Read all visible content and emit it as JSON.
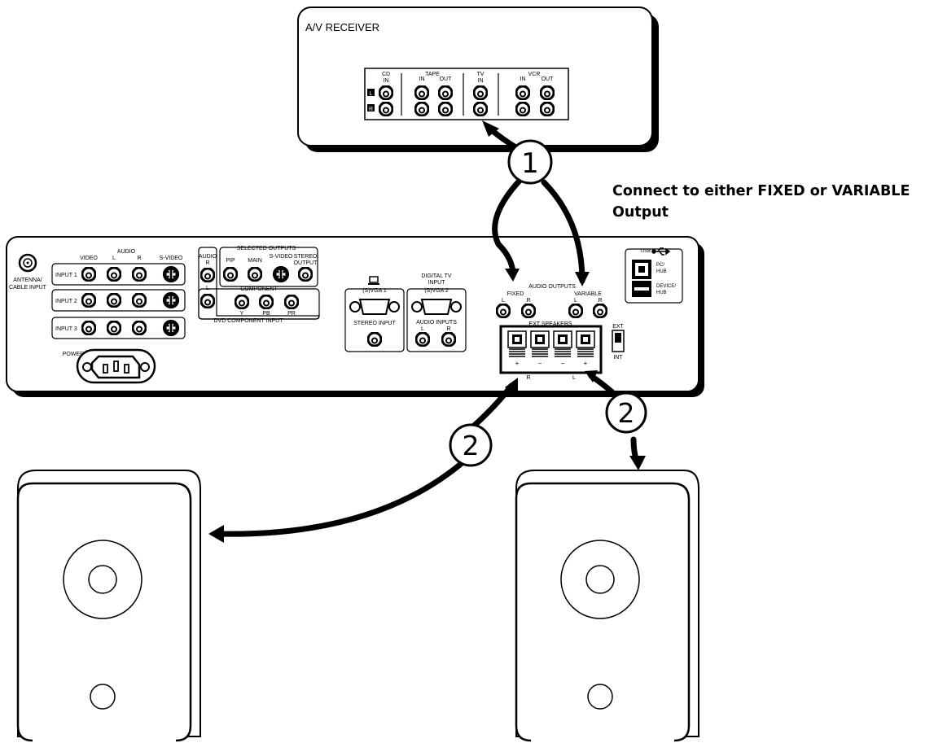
{
  "heading": {
    "line1": "Connect to either FIXED or VARIABLE",
    "line2": "Output"
  },
  "receiver": {
    "title": "A/V RECEIVER",
    "cd": "CD",
    "cd_in": "IN",
    "tape": "TAPE",
    "tape_in": "IN",
    "tape_out": "OUT",
    "tv": "TV",
    "tv_in": "IN",
    "vcr": "VCR",
    "vcr_in": "IN",
    "vcr_out": "OUT",
    "left_badge": "L",
    "right_badge": "R"
  },
  "tv_panel": {
    "antenna_line1": "ANTENNA/",
    "antenna_line2": "CABLE INPUT",
    "audio": "AUDIO",
    "video": "VIDEO",
    "audio_l": "L",
    "audio_r": "R",
    "svideo": "S-VIDEO",
    "input1": "INPUT 1",
    "input2": "INPUT 2",
    "input3": "INPUT 3",
    "power": "POWER",
    "dvd_audio": "AUDIO",
    "dvd_r": "R",
    "dvd_l": "L",
    "selected_outputs": "SELECTED OUTPUTS",
    "pip": "PIP",
    "main": "MAIN",
    "sel_svideo": "S-VIDEO",
    "stereo": "STEREO",
    "output": "OUTPUT",
    "component": "COMPONENT",
    "y": "Y",
    "pb": "PB",
    "pr": "PR",
    "dvd_component_input": "DVD COMPONENT INPUT",
    "svga1": "(S)VGA 1",
    "stereo_input": "STEREO INPUT",
    "digital_tv": "DIGITAL TV",
    "input": "INPUT",
    "svga2": "(S)VGA 2",
    "audio_inputs": "AUDIO INPUTS",
    "ai_l": "L",
    "ai_r": "R",
    "audio_outputs": "AUDIO OUTPUTS",
    "fixed": "FIXED",
    "variable": "VARIABLE",
    "fixed_l": "L",
    "fixed_r": "R",
    "var_l": "L",
    "var_r": "R",
    "ext_speakers": "EXT SPEAKERS",
    "plus1": "+",
    "minus1": "−",
    "minus2": "−",
    "plus2": "+",
    "spk_r": "R",
    "spk_l": "L",
    "ext": "EXT",
    "int": "INT",
    "usb": "USB",
    "pc": "PC/",
    "hub1": "HUB",
    "device": "DEVICE/",
    "hub2": "HUB"
  },
  "callouts": {
    "c1": "1",
    "c2_left": "2",
    "c2_right": "2"
  }
}
